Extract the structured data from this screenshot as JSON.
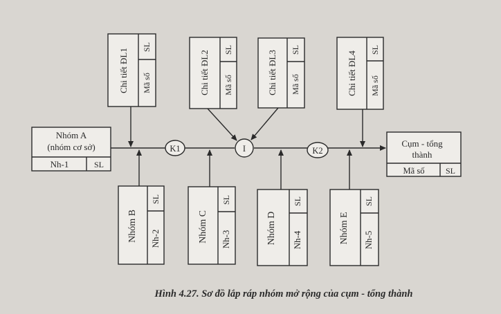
{
  "upper_parts": [
    {
      "label": "Chi tiết ĐL1",
      "code": "Mã số",
      "qty": "SL"
    },
    {
      "label": "Chi tiết ĐL2",
      "code": "Mã số",
      "qty": "SL"
    },
    {
      "label": "Chi tiết ĐL3",
      "code": "Mã số",
      "qty": "SL"
    },
    {
      "label": "Chi tiết ĐL4",
      "code": "Mã số",
      "qty": "SL"
    }
  ],
  "lower_groups": [
    {
      "label": "Nhóm B",
      "code": "Nh-2",
      "qty": "SL"
    },
    {
      "label": "Nhóm C",
      "code": "Nh-3",
      "qty": "SL"
    },
    {
      "label": "Nhóm D",
      "code": "Nh-4",
      "qty": "SL"
    },
    {
      "label": "Nhóm E",
      "code": "Nh-5",
      "qty": "SL"
    }
  ],
  "base_group": {
    "line1": "Nhóm A",
    "line2": "(nhóm cơ sở)",
    "code": "Nh-1",
    "qty": "SL"
  },
  "final_assembly": {
    "line1": "Cụm - tổng",
    "line2": "thành",
    "code": "Mã số",
    "qty": "SL"
  },
  "nodes": [
    "K1",
    "I",
    "K2"
  ],
  "caption": "Hình 4.27. Sơ đồ lắp ráp nhóm mở rộng của cụm - tổng thành"
}
